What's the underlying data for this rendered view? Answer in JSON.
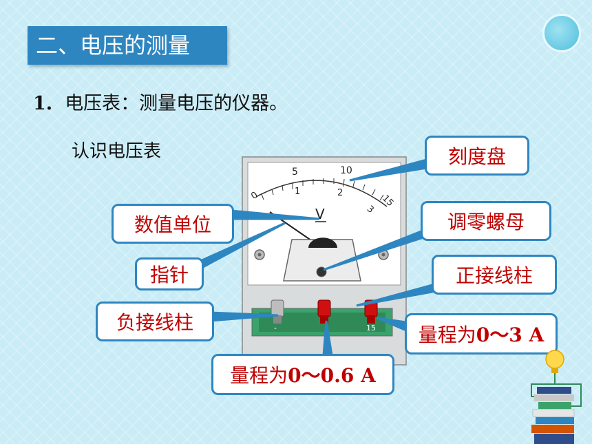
{
  "section_title": "二、电压的测量",
  "heading": {
    "number": "1.",
    "text": "电压表：测量电压的仪器。"
  },
  "subheading": "认识电压表",
  "meter": {
    "unit_symbol": "V",
    "upper_scale": [
      "5",
      "10",
      "15"
    ],
    "lower_scale": [
      "0",
      "1",
      "2",
      "3"
    ],
    "terminal_labels": [
      "-",
      "15"
    ]
  },
  "callouts": {
    "dial": "刻度盘",
    "unit": "数值单位",
    "zero_adjust": "调零螺母",
    "pointer": "指针",
    "positive_terminal": "正接线柱",
    "negative_terminal": "负接线柱",
    "range_3_prefix": "量程为",
    "range_3_value": "0～3 A",
    "range_06_prefix": "量程为",
    "range_06_value": "0～0.6 A"
  },
  "colors": {
    "title_bg": "#2e86c1",
    "callout_border": "#2e86c1",
    "callout_text": "#c00000",
    "background": "#c9ecf6"
  }
}
